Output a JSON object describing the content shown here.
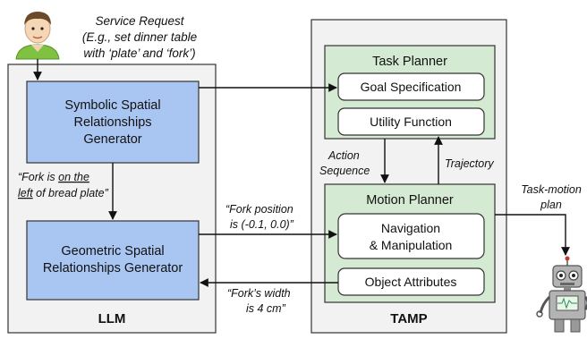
{
  "request": {
    "title": "Service Request",
    "line1": "(E.g., set dinner table",
    "line2": "with ‘plate’ and ‘fork’)"
  },
  "llm": {
    "label": "LLM",
    "symbolic": {
      "line1": "Symbolic Spatial",
      "line2": "Relationships",
      "line3": "Generator"
    },
    "geometric": {
      "line1": "Geometric Spatial",
      "line2": "Relationships Generator"
    },
    "fork_relation": {
      "pre": "“Fork is ",
      "u1": "on the",
      "u2": "left",
      "post": " of bread plate”"
    }
  },
  "tamp": {
    "label": "TAMP",
    "task_planner": {
      "title": "Task Planner",
      "goal": "Goal Specification",
      "utility": "Utility Function"
    },
    "motion_planner": {
      "title": "Motion Planner",
      "nav_line1": "Navigation",
      "nav_line2": "& Manipulation",
      "attributes": "Object Attributes"
    },
    "action_sequence": {
      "line1": "Action",
      "line2": "Sequence"
    },
    "trajectory": "Trajectory"
  },
  "messages": {
    "fork_position": {
      "line1": "“Fork position",
      "line2": "is (-0.1, 0.0)”"
    },
    "fork_width": {
      "line1": "“Fork’s width",
      "line2": "is 4 cm”"
    }
  },
  "output": {
    "line1": "Task-motion",
    "line2": "plan"
  },
  "colors": {
    "blue_box": "#a9c6f2",
    "green_box": "#d5ead3",
    "panel_fill": "#f2f2f2",
    "stroke": "#333333"
  },
  "icons": [
    "person-icon",
    "robot-icon"
  ]
}
